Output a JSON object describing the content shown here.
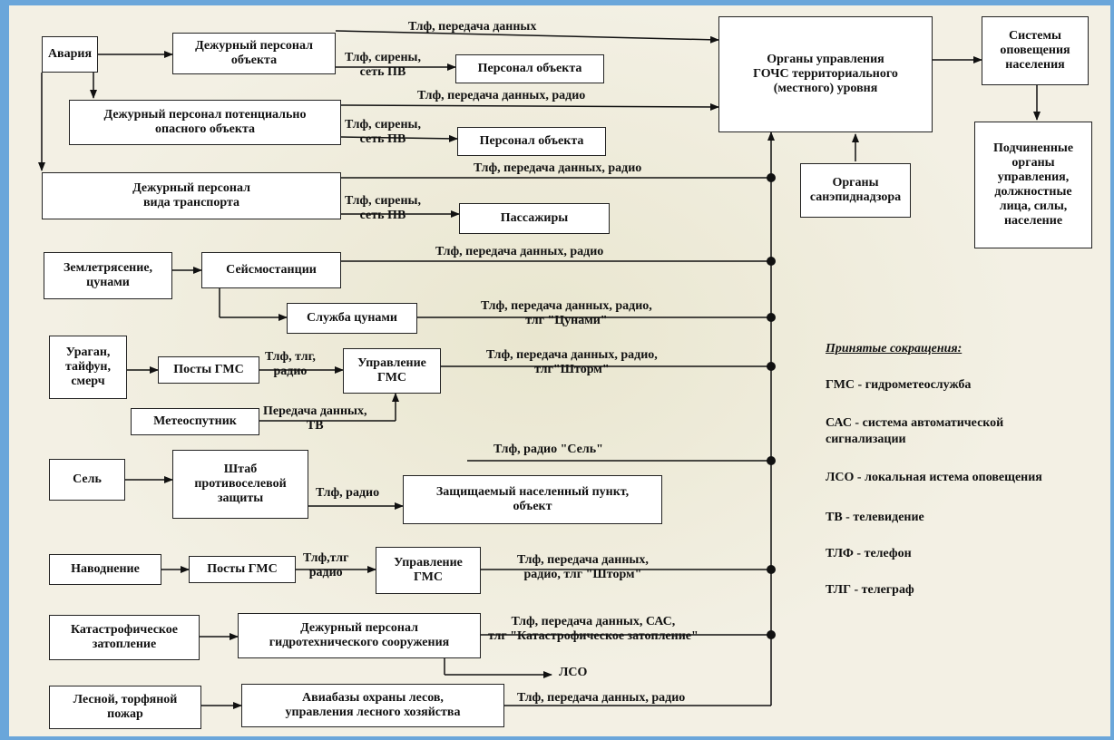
{
  "boxes": {
    "avaria": "Авария",
    "dezh_obj": "Дежурный персонал\nобъекта",
    "pers_obj_1": "Персонал объекта",
    "dezh_potential": "Дежурный персонал потенциально\nопасного объекта",
    "pers_obj_2": "Персонал объекта",
    "dezh_transport": "Дежурный персонал\nвида транспорта",
    "passengers": "Пассажиры",
    "organs_gochs": "Органы управления\nГОЧС территориального\n(местного) уровня",
    "sistemy_opov": "Системы\nоповещения\nнаселения",
    "podchin": "Подчиненные\nорганы\nуправления,\nдолжностные\nлица, силы,\nнаселение",
    "sanepid": "Органы\nсанэпиднадзора",
    "zemletr": "Землетрясение,\nцунами",
    "seismo": "Сейсмостанции",
    "sluzhba_cunami": "Служба цунами",
    "uragan": "Ураган,\nтайфун,\nсмерч",
    "posty_gms_1": "Посты ГМС",
    "upr_gms_1": "Управление\nГМС",
    "meteosp": "Метеоспутник",
    "sel": "Сель",
    "shtab": "Штаб\nпротивоселевой\nзащиты",
    "zashch_punkt": "Защищаемый населенный пункт,\nобъект",
    "navodnenie": "Наводнение",
    "posty_gms_2": "Посты ГМС",
    "upr_gms_2": "Управление\nГМС",
    "katastr": "Катастрофическое\nзатопление",
    "dezh_gidro": "Дежурный персонал\nгидротехнического сооружения",
    "lesnoy": "Лесной, торфяной\nпожар",
    "aviabazy": "Авиабазы охраны лесов,\nуправления лесного хозяйства"
  },
  "labels": {
    "l_top": "Тлф, передача данных",
    "l_sir1": "Тлф, сирены,\nсеть ПВ",
    "l_pot": "Тлф, передача данных, радио",
    "l_sir2": "Тлф, сирены,\nсеть ПВ",
    "l_trans": "Тлф, передача данных, радио",
    "l_sir3": "Тлф, сирены,\nсеть ПВ",
    "l_seismo": "Тлф, передача данных, радио",
    "l_cunami": "Тлф, передача данных, радио,\nтлг \"Цунами\"",
    "l_posty1": "Тлф, тлг,\nрадио",
    "l_upr1": "Тлф, передача данных, радио,\nтлг\"Шторм\"",
    "l_meteo": "Передача данных,\nТВ",
    "l_sel": "Тлф, радио \"Сель\"",
    "l_shtab": "Тлф, радио",
    "l_posty2": "Тлф,тлг\nрадио",
    "l_upr2": "Тлф, передача данных,\nрадио, тлг \"Шторм\"",
    "l_gidro": "Тлф, передача данных, САС,\nтлг \"Катастрофическое затопление\"",
    "l_lso": "ЛСО",
    "l_avia": "Тлф, передача данных, радио"
  },
  "legend": {
    "title": "Принятые сокращения:",
    "items": [
      "ГМС - гидрометеослужба",
      "САС - система автоматической\n          сигнализации",
      "ЛСО - локальная истема оповещения",
      "ТВ - телевидение",
      "ТЛФ - телефон",
      "ТЛГ - телеграф"
    ]
  },
  "colors": {
    "background": "#6aa6da",
    "panel": "#f3f0e4",
    "line": "#111111"
  }
}
